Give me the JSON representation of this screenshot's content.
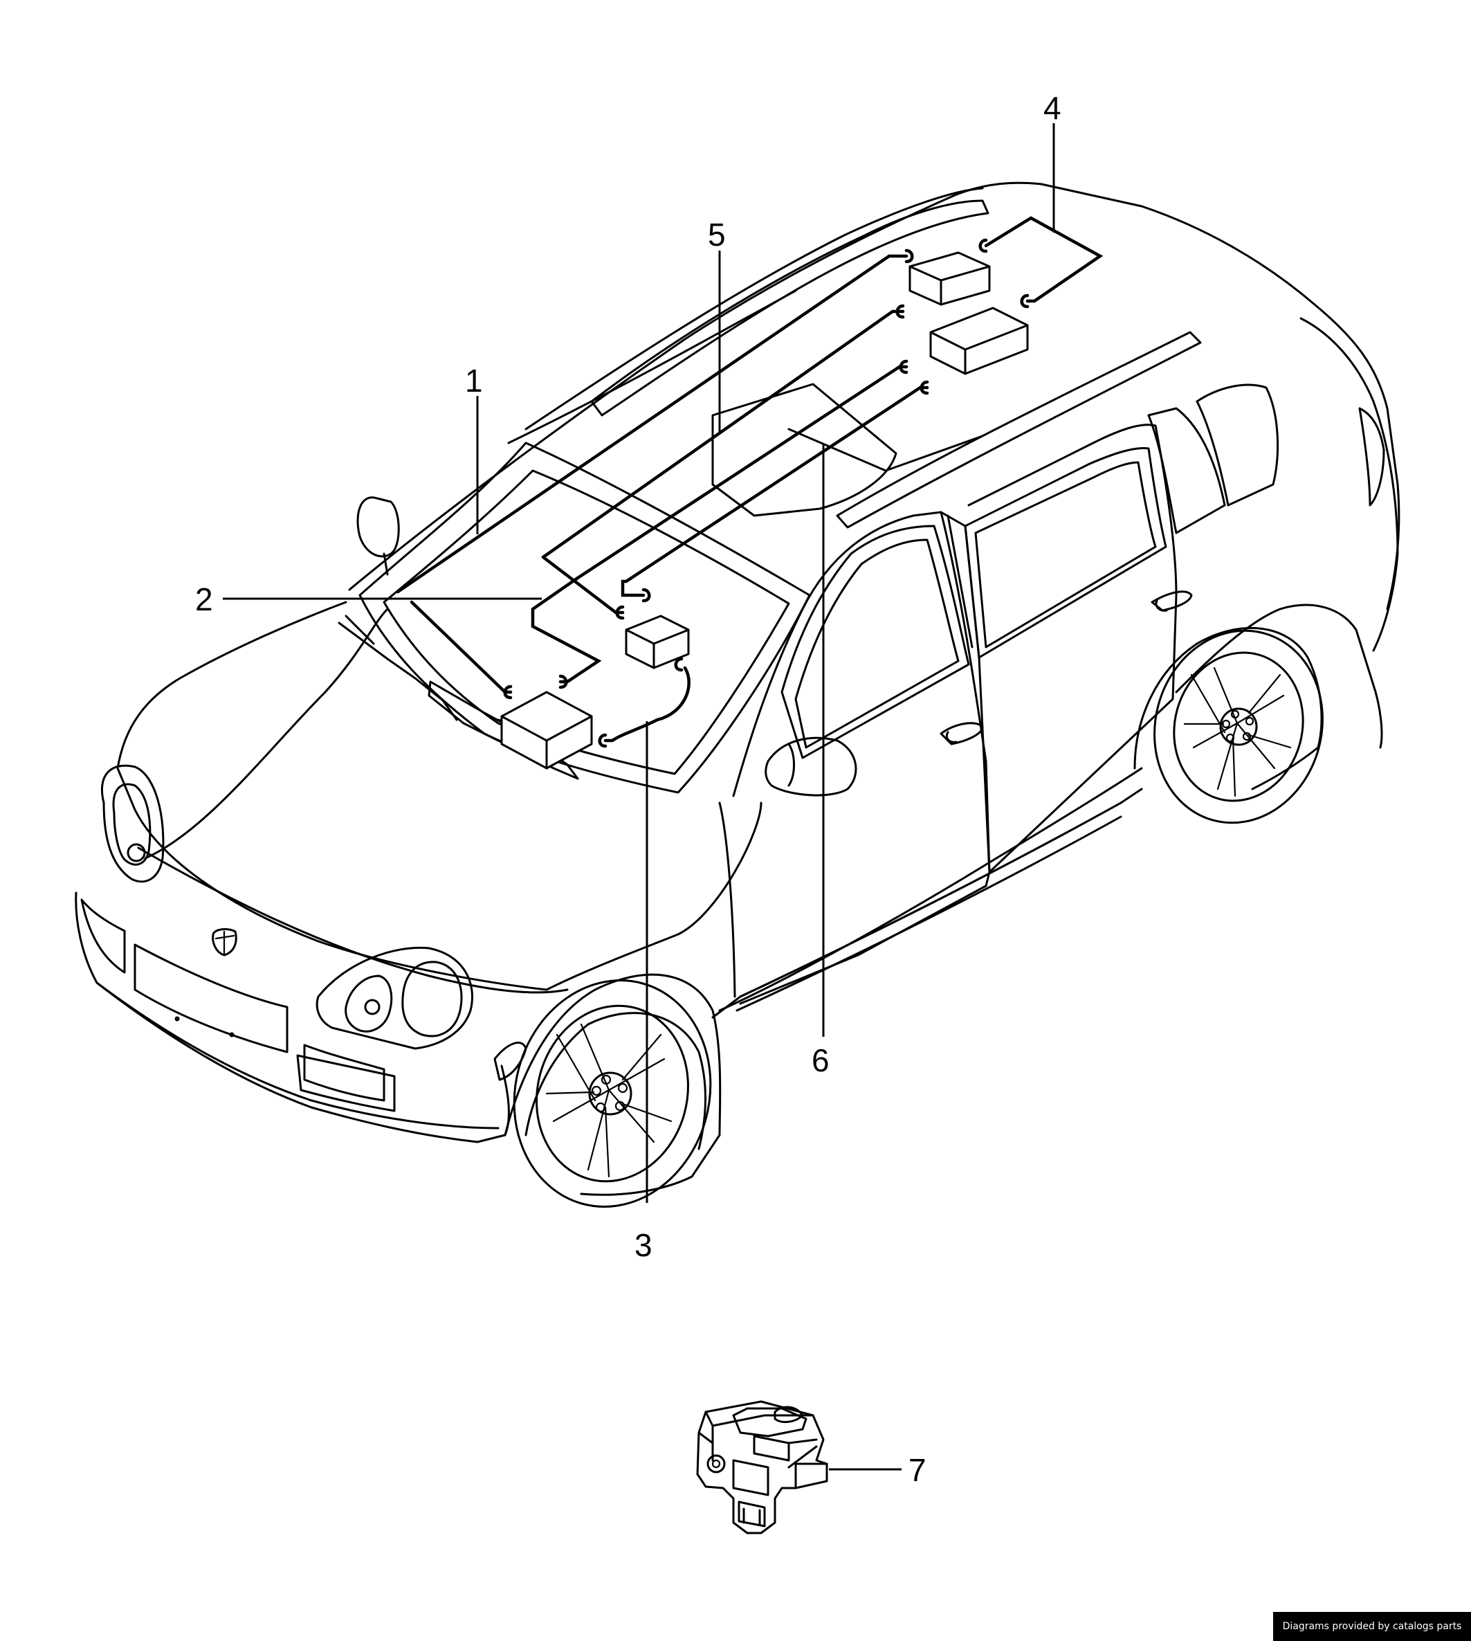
{
  "callouts": [
    {
      "id": "1",
      "label": "1"
    },
    {
      "id": "2",
      "label": "2"
    },
    {
      "id": "3",
      "label": "3"
    },
    {
      "id": "4",
      "label": "4"
    },
    {
      "id": "5",
      "label": "5"
    },
    {
      "id": "6",
      "label": "6"
    },
    {
      "id": "7",
      "label": "7"
    }
  ],
  "credit": "Diagrams provided by catalogs parts",
  "colors": {
    "stroke": "#000000",
    "background": "#ffffff",
    "credit_background": "#000000",
    "credit_text": "#ffffff"
  },
  "icons": [
    "porsche-crest-icon",
    "sensor-module-icon"
  ]
}
